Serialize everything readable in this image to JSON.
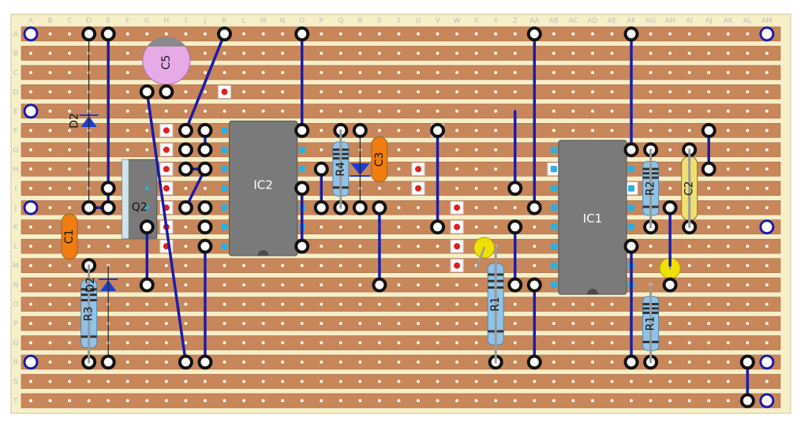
{
  "columns": [
    "A",
    "B",
    "C",
    "D",
    "E",
    "F",
    "G",
    "H",
    "I",
    "J",
    "K",
    "L",
    "M",
    "N",
    "O",
    "P",
    "Q",
    "R",
    "S",
    "T",
    "U",
    "V",
    "W",
    "X",
    "Y",
    "Z",
    "AA",
    "AB",
    "AC",
    "AD",
    "AE",
    "AF",
    "AG",
    "AH",
    "AI",
    "AJ",
    "AK",
    "AL",
    "AM"
  ],
  "rows": [
    "A",
    "B",
    "C",
    "D",
    "E",
    "F",
    "G",
    "H",
    "I",
    "J",
    "K",
    "L",
    "M",
    "N",
    "O",
    "P",
    "Q",
    "R",
    "S",
    "T"
  ],
  "colors": {
    "board": "#f6efc8",
    "strip": "#c8865b",
    "strip_edge": "#a86a45",
    "wire": "#1c1ca8",
    "ic_body": "#7a7a7a",
    "resistor": "#8fc3e8",
    "cap_orange": "#f07c12",
    "cap_yellow": "#f0e070",
    "cap_lilac": "#e6aae6",
    "led_yellow": "#f0e000",
    "diode": "#1b3fd0",
    "pad_red": "#e02020",
    "mount_hole": "#1c1ca8"
  },
  "components": {
    "ic1": "IC1",
    "ic2": "IC2",
    "q2": "Q2",
    "c1": "C1",
    "c2": "C2",
    "c3": "C3",
    "c5": "C5",
    "r1a": "R1",
    "r1b": "R1",
    "r2": "R2",
    "r3": "R3",
    "r4": "R4",
    "d2a": "D2",
    "d2b": "D2"
  }
}
